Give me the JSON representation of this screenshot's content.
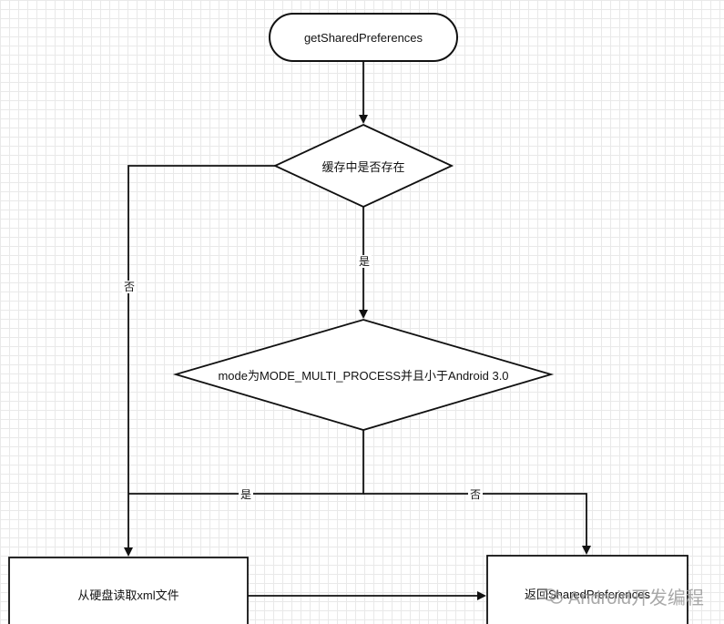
{
  "diagram": {
    "start": {
      "label": "getSharedPreferences"
    },
    "decision_cache": {
      "label": "缓存中是否存在"
    },
    "decision_mode": {
      "label": "mode为MODE_MULTI_PROCESS并且小于Android 3.0"
    },
    "process_read": {
      "label": "从硬盘读取xml文件"
    },
    "process_return": {
      "label": "返回SharedPreferences"
    },
    "edge_labels": {
      "cache_yes": "是",
      "cache_no": "否",
      "mode_yes": "是",
      "mode_no": "否"
    }
  },
  "watermark": {
    "text": "Android开发编程"
  },
  "colors": {
    "stroke": "#111111",
    "grid": "#e9e9e9",
    "watermark": "#9a9a9a"
  }
}
